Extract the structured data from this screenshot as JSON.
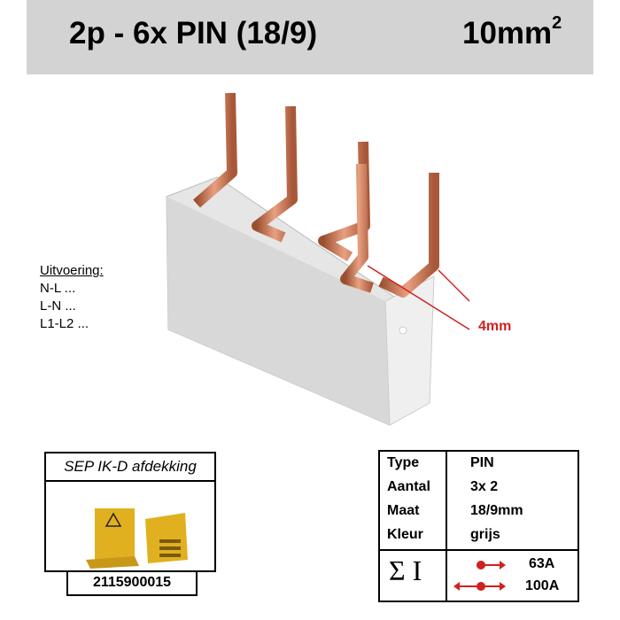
{
  "header": {
    "title": "2p - 6x PIN (18/9)",
    "cross_section": "10mm",
    "cross_section_sup": "2"
  },
  "variants": {
    "heading": "Uitvoering:",
    "items": [
      "N-L ...",
      "L-N ...",
      "L1-L2 ..."
    ]
  },
  "dimension_label": "4mm",
  "accessory": {
    "title": "SEP IK-D afdekking",
    "code": "2115900015"
  },
  "specs": {
    "rows": [
      {
        "label": "Type",
        "value": "PIN"
      },
      {
        "label": "Aantal",
        "value": "3x 2"
      },
      {
        "label": "Maat",
        "value": "18/9mm"
      },
      {
        "label": "Kleur",
        "value": "grijs"
      }
    ],
    "current_symbol": "Σ I",
    "ratings": [
      "63A",
      "100A"
    ]
  },
  "colors": {
    "header_bg": "#d3d3d3",
    "accent_red": "#d02020",
    "copper": "#c87850",
    "housing": "#dcdcdc",
    "cover_yellow": "#e0b020"
  }
}
